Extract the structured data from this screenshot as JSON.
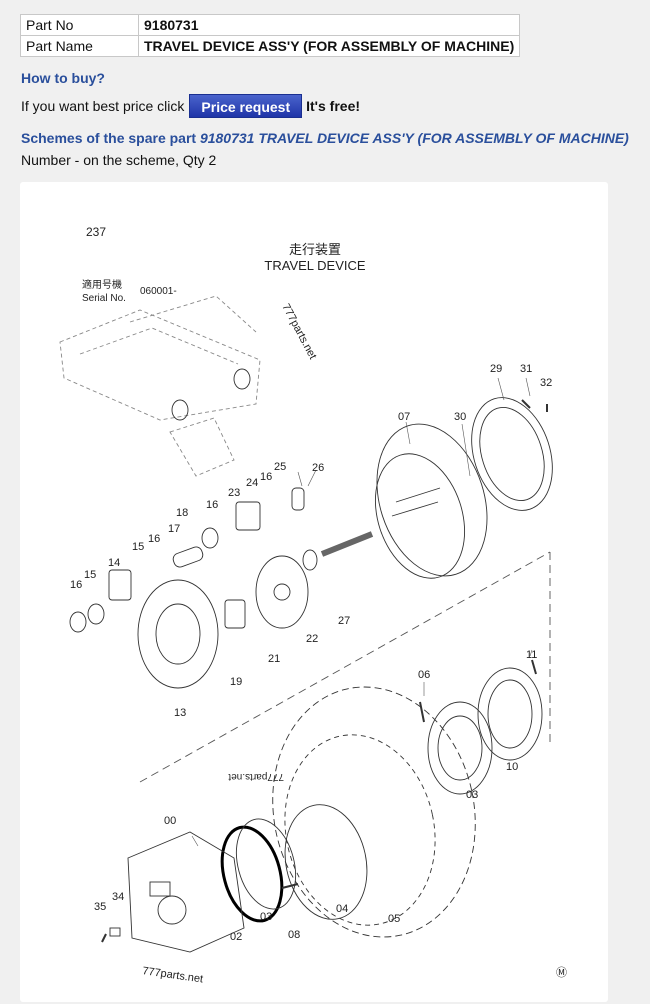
{
  "part_info": {
    "part_no_label": "Part No",
    "part_no_value": "9180731",
    "part_name_label": "Part Name",
    "part_name_value": "TRAVEL DEVICE ASS'Y (FOR ASSEMBLY OF MACHINE)"
  },
  "buy": {
    "heading": "How to buy?",
    "prompt": "If you want best price click",
    "button_label": "Price request",
    "free_note": "It's free!"
  },
  "schemes": {
    "prefix": "Schemes of the spare part",
    "title": "9180731 TRAVEL DEVICE ASS'Y (FOR ASSEMBLY OF MACHINE)",
    "note": "Number - on the scheme, Qty 2"
  },
  "diagram": {
    "page_number": "237",
    "title_jp": "走行装置",
    "title_en": "TRAVEL DEVICE",
    "serial_label_jp": "適用号機",
    "serial_label_en": "Serial No.",
    "serial_value": "060001-",
    "watermark": "777parts.net",
    "watermark_mirrored": "777parts.net",
    "mark": "Ⓜ",
    "callouts": [
      "237",
      "29",
      "31",
      "32",
      "07",
      "30",
      "25",
      "26",
      "24",
      "16",
      "23",
      "16",
      "18",
      "17",
      "16",
      "15",
      "14",
      "15",
      "16",
      "22",
      "27",
      "21",
      "19",
      "13",
      "11",
      "06",
      "10",
      "03",
      "00",
      "04",
      "03",
      "02",
      "05",
      "08",
      "34",
      "35"
    ]
  }
}
